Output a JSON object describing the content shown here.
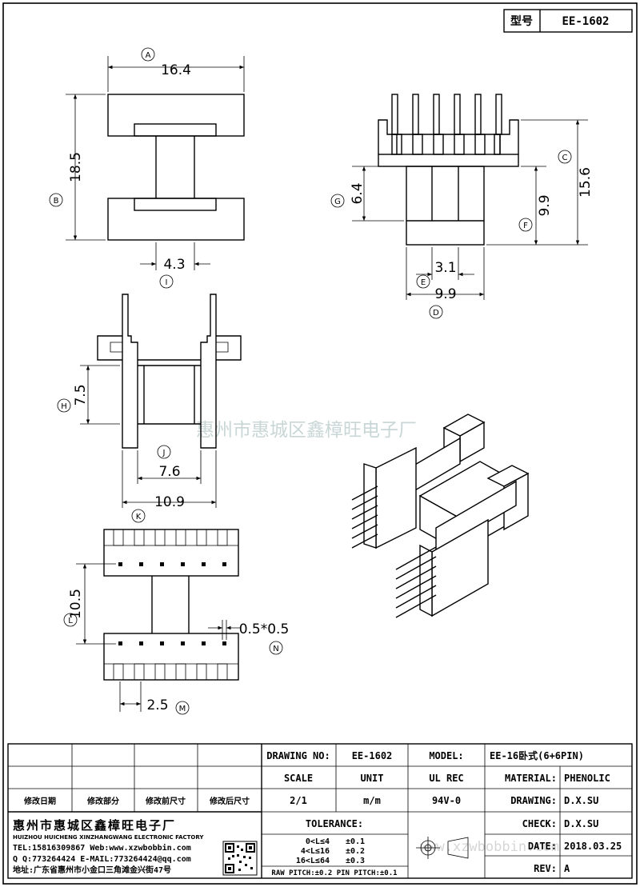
{
  "header": {
    "model_label": "型号",
    "model_value": "EE-1602"
  },
  "watermark": {
    "cn": "惠州市惠城区鑫樟旺电子厂",
    "url": "www.xzwbobbin.com"
  },
  "dimensions": {
    "A": {
      "letter": "A",
      "value": "16.4"
    },
    "B": {
      "letter": "B",
      "value": "18.5"
    },
    "C": {
      "letter": "C",
      "value": "15.6"
    },
    "D": {
      "letter": "D",
      "value": "9.9"
    },
    "E": {
      "letter": "E",
      "value": "3.1"
    },
    "F": {
      "letter": "F",
      "value": "9.9"
    },
    "G": {
      "letter": "G",
      "value": "6.4"
    },
    "H": {
      "letter": "H",
      "value": "7.5"
    },
    "I": {
      "letter": "I",
      "value": "4.3"
    },
    "J": {
      "letter": "J",
      "value": "7.6"
    },
    "K": {
      "letter": "K",
      "value": "10.9"
    },
    "L": {
      "letter": "L",
      "value": "10.5"
    },
    "M": {
      "letter": "M",
      "value": "2.5"
    },
    "N": {
      "letter": "N",
      "value": "0.5*0.5"
    }
  },
  "title_block": {
    "revision_headers": [
      "修改日期",
      "修改部分",
      "修改前尺寸",
      "修改后尺寸"
    ],
    "drawing_no_label": "DRAWING NO:",
    "drawing_no_value": "EE-1602",
    "model_label": "MODEL:",
    "model_value": "EE-16卧式(6+6PIN)",
    "scale_label": "SCALE",
    "scale_value": "2/1",
    "unit_label": "UNIT",
    "unit_value": "m/m",
    "ulrec_label": "UL REC",
    "ulrec_value": "94V-0",
    "material_label": "MATERIAL:",
    "material_value": "PHENOLIC",
    "drawing_label": "DRAWING:",
    "drawing_value": "D.X.SU",
    "check_label": "CHECK:",
    "check_value": "D.X.SU",
    "date_label": "DATE:",
    "date_value": "2018.03.25",
    "rev_label": "REV:",
    "rev_value": "A",
    "tolerance_label": "TOLERANCE:",
    "tolerances": [
      {
        "range": "0<L≤4",
        "tol": "±0.1"
      },
      {
        "range": "4<L≤16",
        "tol": "±0.2"
      },
      {
        "range": "16<L≤64",
        "tol": "±0.3"
      }
    ],
    "pitch_line": "RAW PITCH:±0.2 PIN PITCH:±0.1"
  },
  "company": {
    "name_cn": "惠州市惠城区鑫樟旺电子厂",
    "name_en": "HUIZHOU HUICHENG XINZHANGWANG ELECTRONIC FACTORY",
    "tel_line": "TEL:15816309867 Web:www.xzwbobbin.com",
    "qq_line": "Q Q:773264424 E-MAIL:773264424@qq.com",
    "address": "地址:广东省惠州市小金口三角滩金兴街47号"
  }
}
